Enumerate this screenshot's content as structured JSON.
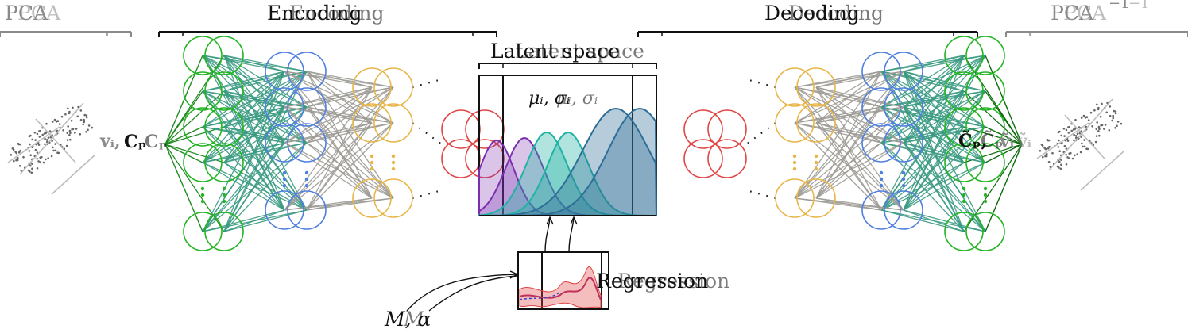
{
  "labels": {
    "pca_left": "PCA",
    "pca_left_ghost": "PCA",
    "encoding": "Encoding",
    "encoding_ghost": "Encoding",
    "decoding": "Decoding",
    "decoding_ghost": "Decoding",
    "pca_right": "PCA",
    "pca_right_ghost": "PCA",
    "pca_right_sup": "−1",
    "pca_right_sup_ghost": "−1",
    "latent_space": "Latent space",
    "latent_space_ghost": "Latent space",
    "mu_sigma": "μᵢ, σᵢ",
    "mu_sigma_ghost": "μᵢ, σᵢ",
    "regression": "Regression",
    "regression_ghost": "Regression",
    "m_alpha": "M, α",
    "m_alpha_ghost": "M",
    "v_i": "vᵢ,",
    "c_p": "Cₚ",
    "c_p_ghost": "Cₚ",
    "c_p_tilde": "C̃ₚ,",
    "c_p_tilde_ghost": "C̃ₚ",
    "v_i_tilde": "ṽᵢ",
    "v_i_tilde_ghost": "ṽᵢ"
  },
  "colors": {
    "green": "#22b422",
    "blue": "#4f7fe0",
    "gold": "#e8b547",
    "red": "#e04545",
    "purple": "#7a2fb0",
    "teal": "#1fb3a4",
    "steel": "#2e6e96",
    "gray": "#8a8a8a",
    "dark_green": "#0a6b0a"
  }
}
